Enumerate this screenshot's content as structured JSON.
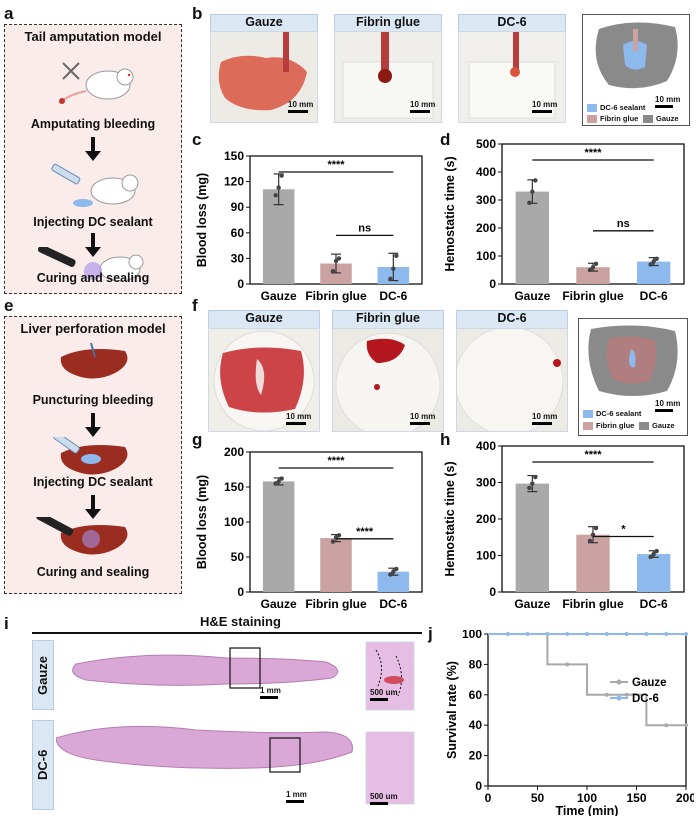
{
  "panels": {
    "a": {
      "label": "a",
      "title": "Tail amputation model",
      "steps": [
        "Amputating bleeding",
        "Injecting DC sealant",
        "Curing and sealing"
      ]
    },
    "e": {
      "label": "e",
      "title": "Liver perforation model",
      "steps": [
        "Puncturing bleeding",
        "Injecting DC sealant",
        "Curing and sealing"
      ]
    },
    "b": {
      "label": "b",
      "photos": [
        "Gauze",
        "Fibrin glue",
        "DC-6"
      ],
      "scale": "10 mm",
      "legend": [
        "DC-6 sealant",
        "Fibrin glue",
        "Gauze"
      ]
    },
    "f": {
      "label": "f",
      "photos": [
        "Gauze",
        "Fibrin glue",
        "DC-6"
      ],
      "scale": "10 mm",
      "legend": [
        "DC-6 sealant",
        "Fibrin glue",
        "Gauze"
      ]
    },
    "c": {
      "label": "c"
    },
    "d": {
      "label": "d"
    },
    "g": {
      "label": "g"
    },
    "h": {
      "label": "h"
    },
    "i": {
      "label": "i",
      "title": "H&E staining",
      "rows": [
        "Gauze",
        "DC-6"
      ],
      "scale_large": "1 mm",
      "scale_small": "500 um"
    },
    "j": {
      "label": "j"
    }
  },
  "colors": {
    "gauze": "#a9a9a9",
    "fibrin": "#caa2a2",
    "dc6": "#8db9ec",
    "photo_blue": "#dbe8f4",
    "model_bg": "#fbecec"
  },
  "chart_data": [
    {
      "id": "c",
      "type": "bar",
      "categories": [
        "Gauze",
        "Fibrin glue",
        "DC-6"
      ],
      "values": [
        111,
        24,
        20
      ],
      "errors": [
        18,
        11,
        16
      ],
      "points": [
        [
          104,
          113,
          127
        ],
        [
          15,
          27,
          30
        ],
        [
          6,
          18,
          33
        ]
      ],
      "xlabel": "",
      "ylabel": "Blood loss (mg)",
      "ylim": [
        0,
        150
      ],
      "yticks": [
        0,
        30,
        60,
        90,
        120,
        150
      ],
      "annotations": [
        {
          "from": 0,
          "to": 2,
          "text": "****"
        },
        {
          "from": 1,
          "to": 2,
          "text": "ns"
        }
      ]
    },
    {
      "id": "d",
      "type": "bar",
      "categories": [
        "Gauze",
        "Fibrin glue",
        "DC-6"
      ],
      "values": [
        330,
        60,
        80
      ],
      "errors": [
        42,
        14,
        14
      ],
      "points": [
        [
          290,
          330,
          370
        ],
        [
          50,
          60,
          72
        ],
        [
          70,
          80,
          90
        ]
      ],
      "xlabel": "",
      "ylabel": "Hemostatic time (s)",
      "ylim": [
        0,
        500
      ],
      "yticks": [
        0,
        100,
        200,
        300,
        400,
        500
      ],
      "annotations": [
        {
          "from": 0,
          "to": 2,
          "text": "****"
        },
        {
          "from": 1,
          "to": 2,
          "text": "ns"
        }
      ]
    },
    {
      "id": "g",
      "type": "bar",
      "categories": [
        "Gauze",
        "Fibrin glue",
        "DC-6"
      ],
      "values": [
        158,
        77,
        29
      ],
      "errors": [
        5,
        5,
        5
      ],
      "points": [
        [
          155,
          158,
          162
        ],
        [
          72,
          78,
          81
        ],
        [
          25,
          29,
          33
        ]
      ],
      "xlabel": "",
      "ylabel": "Blood loss (mg)",
      "ylim": [
        0,
        200
      ],
      "yticks": [
        0,
        50,
        100,
        150,
        200
      ],
      "annotations": [
        {
          "from": 0,
          "to": 2,
          "text": "****"
        },
        {
          "from": 1,
          "to": 2,
          "text": "****"
        }
      ]
    },
    {
      "id": "h",
      "type": "bar",
      "categories": [
        "Gauze",
        "Fibrin glue",
        "DC-6"
      ],
      "values": [
        297,
        157,
        104
      ],
      "errors": [
        22,
        22,
        9
      ],
      "points": [
        [
          285,
          297,
          315
        ],
        [
          140,
          157,
          175
        ],
        [
          96,
          104,
          112
        ]
      ],
      "xlabel": "",
      "ylabel": "Hemostatic time (s)",
      "ylim": [
        0,
        400
      ],
      "yticks": [
        0,
        100,
        200,
        300,
        400
      ],
      "annotations": [
        {
          "from": 0,
          "to": 2,
          "text": "****"
        },
        {
          "from": 1,
          "to": 2,
          "text": "*"
        }
      ]
    },
    {
      "id": "j",
      "type": "line",
      "xlabel": "Time (min)",
      "ylabel": "Survival rate (%)",
      "xlim": [
        0,
        200
      ],
      "ylim": [
        0,
        100
      ],
      "xticks": [
        0,
        50,
        100,
        150,
        200
      ],
      "yticks": [
        0,
        20,
        40,
        60,
        80,
        100
      ],
      "legend_position": "right",
      "series": [
        {
          "name": "Gauze",
          "color": "#a9a9a9",
          "steps": [
            [
              0,
              100
            ],
            [
              60,
              100
            ],
            [
              60,
              80
            ],
            [
              100,
              80
            ],
            [
              100,
              60
            ],
            [
              160,
              60
            ],
            [
              160,
              40
            ],
            [
              200,
              40
            ]
          ],
          "markers": [
            [
              80,
              80
            ],
            [
              120,
              60
            ],
            [
              140,
              60
            ],
            [
              180,
              40
            ],
            [
              200,
              40
            ]
          ]
        },
        {
          "name": "DC-6",
          "color": "#8db9ec",
          "steps": [
            [
              0,
              100
            ],
            [
              200,
              100
            ]
          ],
          "markers": [
            [
              20,
              100
            ],
            [
              40,
              100
            ],
            [
              60,
              100
            ],
            [
              80,
              100
            ],
            [
              100,
              100
            ],
            [
              120,
              100
            ],
            [
              140,
              100
            ],
            [
              160,
              100
            ],
            [
              180,
              100
            ],
            [
              200,
              100
            ]
          ]
        }
      ]
    }
  ]
}
